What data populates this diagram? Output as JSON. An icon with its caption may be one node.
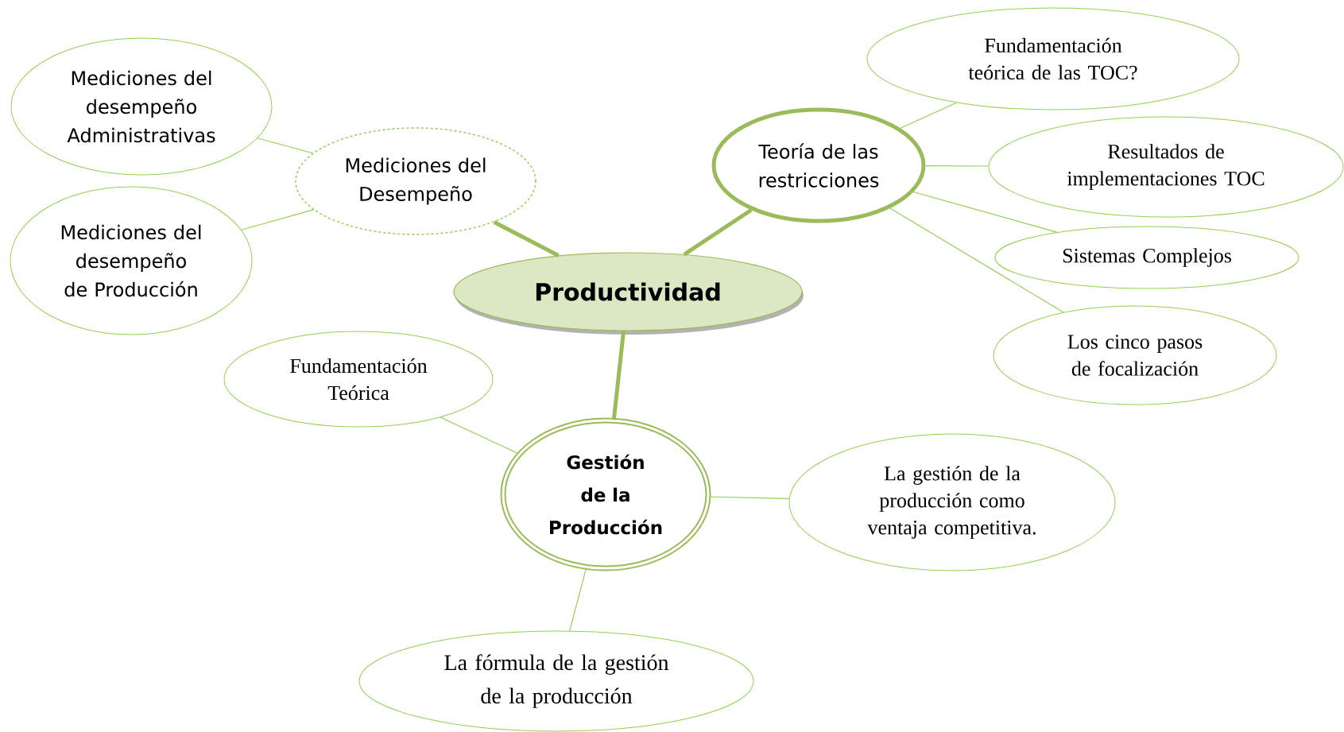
{
  "diagram": {
    "nodes": [
      {
        "text": [
          "Productividad"
        ]
      },
      {
        "text": [
          "Mediciones del Desempeño"
        ]
      },
      {
        "text": [
          "Mediciones del desempeño Administrativas"
        ]
      },
      {
        "text": [
          "Mediciones del desempeño de Producción"
        ]
      },
      {
        "text": [
          "Teoría de las restricciones"
        ]
      },
      {
        "text": [
          "Fundamentación teórica de las TOC?"
        ]
      },
      {
        "text": [
          "Resultados de implementaciones TOC"
        ]
      },
      {
        "text": [
          "Sistemas Complejos"
        ]
      },
      {
        "text": [
          "Los cinco pasos de focalización"
        ]
      },
      {
        "text": [
          "Gestión de la Producción"
        ]
      },
      {
        "text": [
          "Fundamentación Teórica"
        ]
      },
      {
        "text": [
          "La gestión de la producción como ventaja competitiva."
        ]
      },
      {
        "text": [
          "La fórmula de la gestión de la producción"
        ]
      }
    ],
    "edges": [
      {
        "from": 0,
        "to": 1,
        "arrow": "none",
        "style": "thick",
        "color": "#9bbb59"
      },
      {
        "from": 0,
        "to": 4,
        "arrow": "none",
        "style": "thick",
        "color": "#9bbb59"
      },
      {
        "from": 0,
        "to": 9,
        "arrow": "none",
        "style": "thick",
        "color": "#9bbb59"
      },
      {
        "from": 1,
        "to": 2,
        "arrow": "none"
      },
      {
        "from": 1,
        "to": 3,
        "arrow": "none"
      },
      {
        "from": 4,
        "to": 5,
        "arrow": "none"
      },
      {
        "from": 4,
        "to": 6,
        "arrow": "none"
      },
      {
        "from": 4,
        "to": 7,
        "arrow": "none"
      },
      {
        "from": 4,
        "to": 8,
        "arrow": "none"
      },
      {
        "from": 9,
        "to": 10,
        "arrow": "none"
      },
      {
        "from": 9,
        "to": 11,
        "arrow": "none"
      },
      {
        "from": 9,
        "to": 12,
        "arrow": "none"
      }
    ]
  }
}
